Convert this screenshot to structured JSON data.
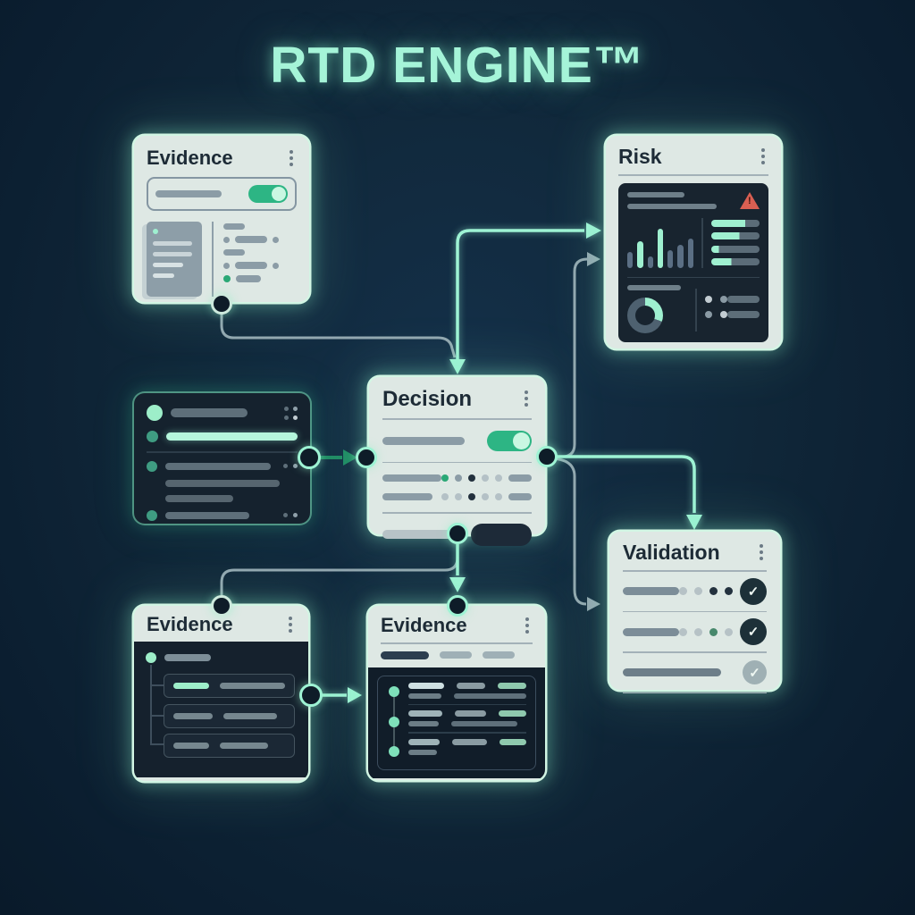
{
  "title": "RTD ENGINE™",
  "colors": {
    "background": "#0f2436",
    "accent_mint": "#9ef3d4",
    "toggle_green": "#2db584",
    "warning_red": "#d95f52",
    "card_light": "#dee8e4",
    "card_dark": "#15222e",
    "wire_grey": "#93a7b0",
    "wire_dark_green": "#1f8a63"
  },
  "cards": {
    "evidence_top": {
      "title": "Evidence",
      "toggle_state": "on"
    },
    "risk": {
      "title": "Risk",
      "chart_data": {
        "type": "bar",
        "bars": [
          {
            "h": 18,
            "c": "slate"
          },
          {
            "h": 30,
            "c": "mint"
          },
          {
            "h": 13,
            "c": "slate"
          },
          {
            "h": 44,
            "c": "mint"
          },
          {
            "h": 20,
            "c": "slate"
          },
          {
            "h": 26,
            "c": "slate"
          },
          {
            "h": 33,
            "c": "slate"
          }
        ],
        "progress_rows": [
          {
            "mint_fraction": 0.7
          },
          {
            "mint_fraction": 0.58
          },
          {
            "mint_fraction": 0.16
          },
          {
            "mint_fraction": 0.42
          }
        ],
        "donut_mint_deg": 110
      }
    },
    "decision": {
      "title": "Decision",
      "toggle_state": "on",
      "dot_rows": [
        {
          "dots": [
            "green",
            "grey",
            "dark",
            "light",
            "light"
          ]
        },
        {
          "dots": [
            "light",
            "light",
            "dark",
            "light",
            "light"
          ]
        }
      ]
    },
    "validation": {
      "title": "Validation",
      "rows": [
        {
          "dots": [
            "light",
            "light",
            "dark",
            "dark"
          ],
          "checked": true
        },
        {
          "dots": [
            "light",
            "light",
            "green",
            "light"
          ],
          "checked": true
        },
        {
          "dots": [],
          "checked": false
        }
      ]
    },
    "evidence_bottom_left": {
      "title": "Evidence"
    },
    "evidence_bottom_center": {
      "title": "Evidence"
    }
  },
  "icons": [
    "kebab-menu-icon",
    "toggle-icon",
    "warning-triangle-icon",
    "document-icon",
    "donut-chart-icon",
    "check-icon"
  ]
}
